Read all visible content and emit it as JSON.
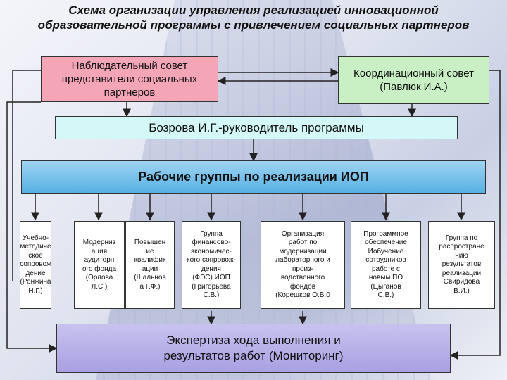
{
  "title": "Схема организации управления реализацией инновационной образовательной программы с привлечением социальных партнеров",
  "diagram": {
    "supervisory_board": "Наблюдательный совет представители социальных партнеров",
    "coordination_council": "Координационный совет (Павлюк И.А.)",
    "program_head": "Бозрова И.Г.-руководитель программы",
    "working_groups": "Рабочие группы по реализации ИОП",
    "groups": [
      "Учебно-\nметодиче\nское\nсопровож\nдение\n(Ронжина\nН.Г.)",
      "Модерниз\nация\nаудиторн\nого фонда\n(Орлова\nЛ.С.)",
      "Повышен\nие\nквалифик\nации\n(Шальнов\nа Г.Ф.)",
      "Группа\nфинансово-\nэкономичес-\nкого сопровож-\nдения\n(ФЭС) ИОП\n(Григорьева\nС.В.)",
      "Организация\nработ по\nмодернизации\nлабораторного и\nпроиз-\nводственного\nфондов\n(Корешков О.В.0",
      "Программное\nобеспечение\nИобучение\nсотрудников\nработе с\nновым ПО\n(Цыганов\nС.В.)",
      "Группа по\nраспростране\nнию\nрезультатов\nреализации\nСвиридова\nВ.И.)"
    ],
    "monitoring": "Экспертиза хода выполнения и результатов работ (Мониторинг)"
  }
}
